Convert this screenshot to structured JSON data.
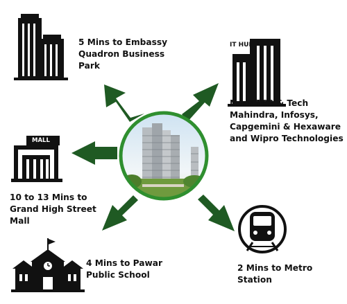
{
  "center": {
    "image": "residential-towers-photo"
  },
  "items": [
    {
      "icon": "office-buildings-icon",
      "lines": [
        "5 Mins to Embassy",
        "Quadron Business",
        "Park"
      ]
    },
    {
      "icon": "it-hub-building-icon",
      "badge": "IT HUB",
      "lines": [
        "Near TCS & Tech",
        "Mahindra, Infosys,",
        "Capgemini & Hexaware",
        "and Wipro Technologies"
      ]
    },
    {
      "icon": "mall-building-icon",
      "badge": "MALL",
      "lines": [
        "10 to 13 Mins to",
        "Grand High Street",
        "Mall"
      ]
    },
    {
      "icon": "school-building-icon",
      "lines": [
        "4 Mins to Pawar",
        "Public School"
      ]
    },
    {
      "icon": "metro-train-icon",
      "lines": [
        "2 Mins to Metro",
        "Station"
      ]
    }
  ],
  "colors": {
    "arrow": "#1f5a23",
    "ring": "#2f8f2f",
    "icon": "#111111",
    "text": "#111111"
  }
}
